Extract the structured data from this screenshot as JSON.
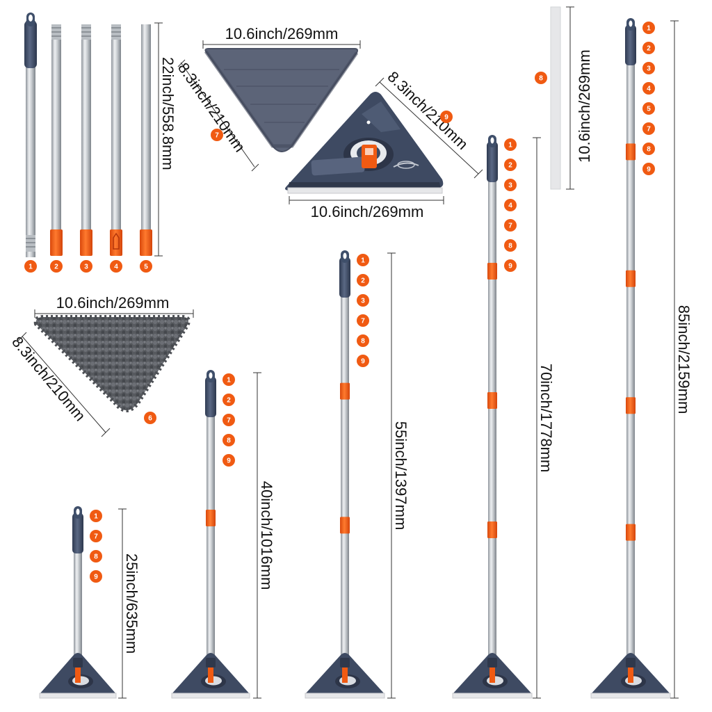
{
  "colors": {
    "accent": "#f05a12",
    "handle": "#3f4f6a",
    "head": "#3e4a62",
    "pad": "#5a6273",
    "chenille": "#5b5e63",
    "pole_light": "#e2e5e8",
    "pole_dark": "#8f959c",
    "scraper": "#e6e7e9"
  },
  "icons": {
    "badge": "numbered-badge-icon",
    "handle": "hang-hole-handle-icon",
    "connector": "orange-connector-icon"
  },
  "parts": {
    "poles": {
      "badges": [
        "1",
        "2",
        "3",
        "4",
        "5"
      ],
      "length": "22inch/558.8mm"
    },
    "flat_pad": {
      "badge": "7",
      "width": "10.6inch/269mm",
      "side": "8.3inch/210mm"
    },
    "head": {
      "badge": "9",
      "width": "10.6inch/269mm",
      "side": "8.3inch/210mm"
    },
    "scraper": {
      "badge": "8",
      "length": "10.6inch/269mm"
    },
    "chenille_pad": {
      "badge": "6",
      "width": "10.6inch/269mm",
      "side": "8.3inch/210mm"
    }
  },
  "assemblies": [
    {
      "length": "25inch/635mm",
      "badges": [
        "1",
        "7",
        "8",
        "9"
      ]
    },
    {
      "length": "40inch/1016mm",
      "badges": [
        "1",
        "2",
        "7",
        "8",
        "9"
      ]
    },
    {
      "length": "55inch/1397mm",
      "badges": [
        "1",
        "2",
        "3",
        "7",
        "8",
        "9"
      ]
    },
    {
      "length": "70inch/1778mm",
      "badges": [
        "1",
        "2",
        "3",
        "4",
        "7",
        "8",
        "9"
      ]
    },
    {
      "length": "85inch/2159mm",
      "badges": [
        "1",
        "2",
        "3",
        "4",
        "5",
        "7",
        "8",
        "9"
      ]
    }
  ]
}
